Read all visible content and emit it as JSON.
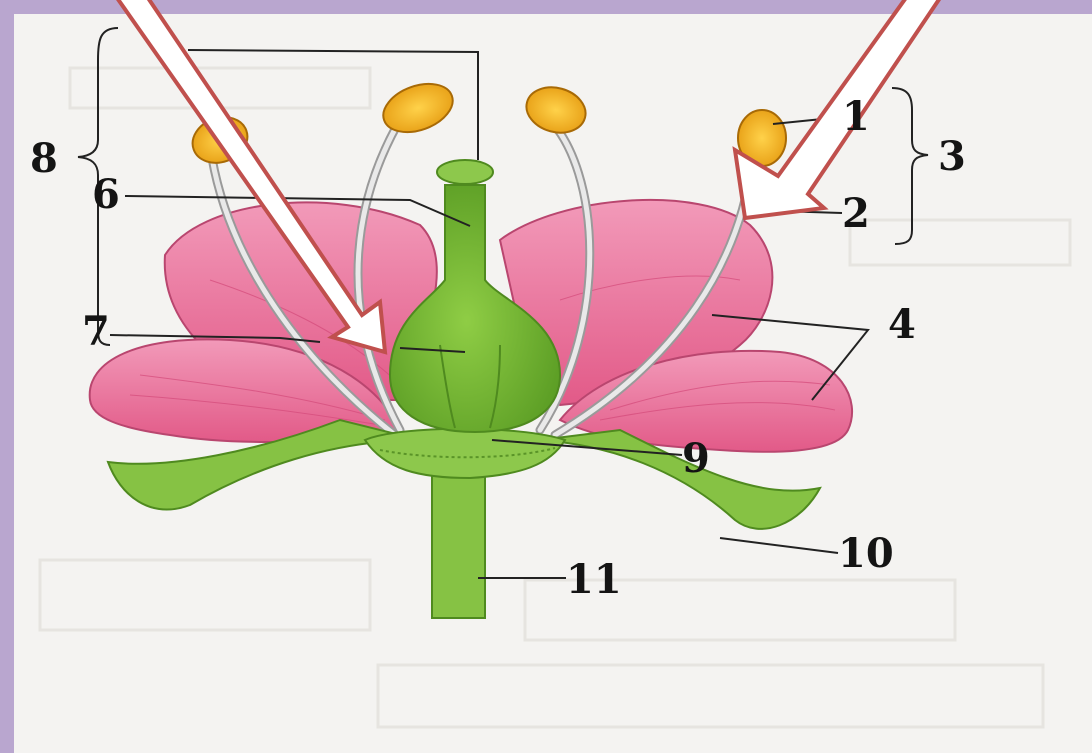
{
  "diagram": {
    "labels": {
      "l1": "1",
      "l2": "2",
      "l3": "3",
      "l4": "4",
      "l6": "6",
      "l7": "7",
      "l8": "8",
      "l9": "9",
      "l10": "10",
      "l11": "11"
    },
    "colors": {
      "frame": "#b9a6cf",
      "petal": "#ec6f99",
      "petal_dark": "#c94a72",
      "green": "#7fbc3a",
      "green_dark": "#4f8a1f",
      "anther": "#f2b51a",
      "filament": "#d8d8d8",
      "arrow": "#c0504d"
    }
  }
}
